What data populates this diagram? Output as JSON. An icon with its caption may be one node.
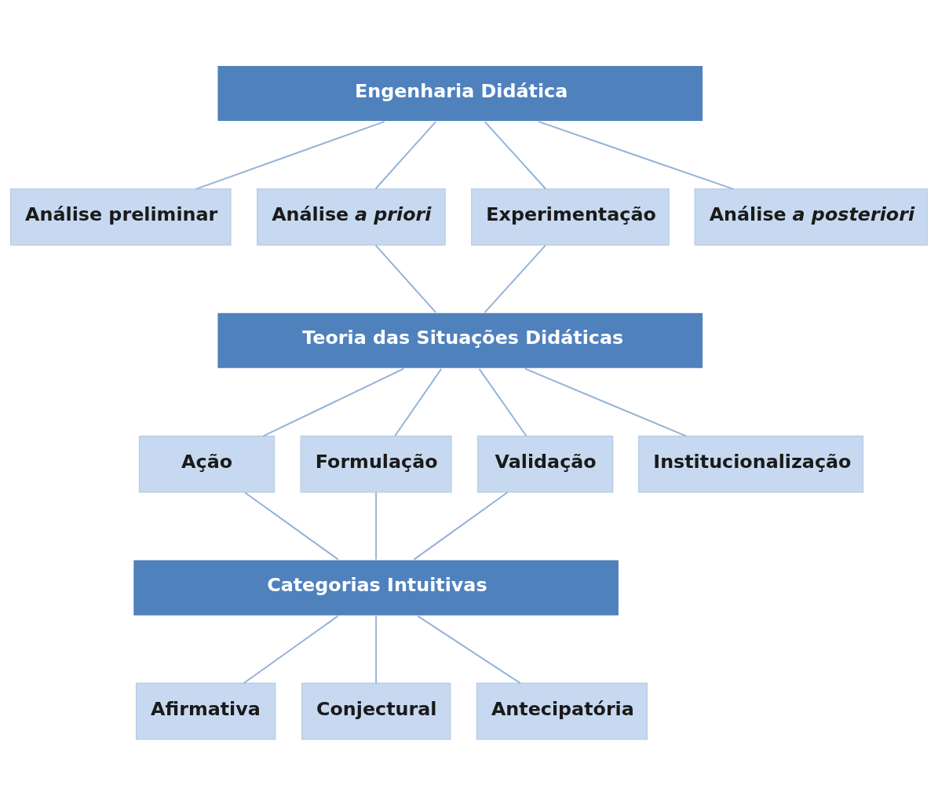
{
  "diagram": {
    "nodes": [
      {
        "text": [
          "Engenharia Didática"
        ]
      },
      {
        "text": [
          "Análise preliminar"
        ]
      },
      {
        "text": [
          "Análise *a priori*"
        ]
      },
      {
        "text": [
          "Experimentação"
        ]
      },
      {
        "text": [
          "Análise *a posteriori*"
        ]
      },
      {
        "text": [
          "Teoria das Situações Didáticas"
        ]
      },
      {
        "text": [
          "Ação"
        ]
      },
      {
        "text": [
          "Formulação"
        ]
      },
      {
        "text": [
          "Validação"
        ]
      },
      {
        "text": [
          "Institucionalização"
        ]
      },
      {
        "text": [
          "Categorias Intuitivas"
        ]
      },
      {
        "text": [
          "Afirmativa"
        ]
      },
      {
        "text": [
          "Conjectural"
        ]
      },
      {
        "text": [
          "Antecipatória"
        ]
      }
    ],
    "edges": [
      {
        "from": 0,
        "to": 1,
        "arrow": "none"
      },
      {
        "from": 0,
        "to": 2,
        "arrow": "none"
      },
      {
        "from": 0,
        "to": 3,
        "arrow": "none"
      },
      {
        "from": 0,
        "to": 4,
        "arrow": "none"
      },
      {
        "from": 2,
        "to": 5,
        "arrow": "none"
      },
      {
        "from": 3,
        "to": 5,
        "arrow": "none"
      },
      {
        "from": 5,
        "to": 6,
        "arrow": "none"
      },
      {
        "from": 5,
        "to": 7,
        "arrow": "none"
      },
      {
        "from": 5,
        "to": 8,
        "arrow": "none"
      },
      {
        "from": 5,
        "to": 9,
        "arrow": "none"
      },
      {
        "from": 6,
        "to": 10,
        "arrow": "none"
      },
      {
        "from": 7,
        "to": 10,
        "arrow": "none"
      },
      {
        "from": 8,
        "to": 10,
        "arrow": "none"
      },
      {
        "from": 10,
        "to": 11,
        "arrow": "none"
      },
      {
        "from": 10,
        "to": 12,
        "arrow": "none"
      },
      {
        "from": 10,
        "to": 13,
        "arrow": "none"
      }
    ]
  }
}
